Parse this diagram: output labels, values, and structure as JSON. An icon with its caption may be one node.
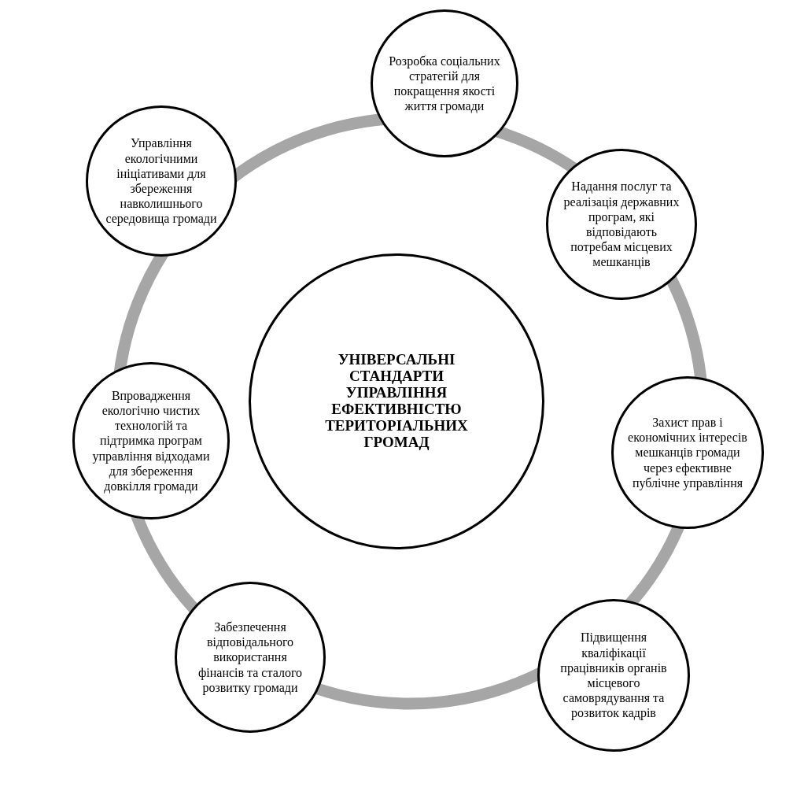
{
  "diagram": {
    "nodes": [
      {
        "text": [
          "УНІВЕРСАЛЬНІ СТАНДАРТИ УПРАВЛІННЯ ЕФЕКТИВНІСТЮ ТЕРИТОРІАЛЬНИХ ГРОМАД"
        ]
      },
      {
        "text": [
          "Розробка соціальних стратегій для покращення якості життя громади"
        ]
      },
      {
        "text": [
          "Надання послуг та реалізація державних програм, які відповідають потребам місцевих мешканців"
        ]
      },
      {
        "text": [
          "Захист прав і економічних інтересів мешканців громади через ефективне публічне управління"
        ]
      },
      {
        "text": [
          "Підвищення кваліфікації працівників органів місцевого самоврядування та розвиток кадрів"
        ]
      },
      {
        "text": [
          "Забезпечення відповідального використання фінансів та сталого розвитку громади"
        ]
      },
      {
        "text": [
          "Впровадження екологічно чистих технологій та підтримка програм управління відходами для збереження довкілля громади"
        ]
      },
      {
        "text": [
          "Управління екологічними ініціативами для збереження навколишнього середовища громади"
        ]
      }
    ]
  }
}
